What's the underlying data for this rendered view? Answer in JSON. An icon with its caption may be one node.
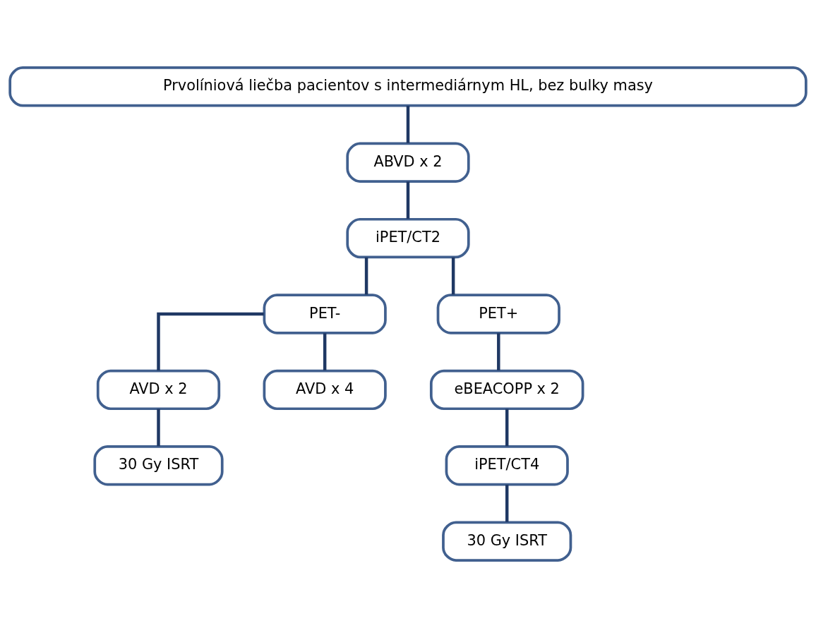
{
  "diagram": {
    "nodes": [
      {
        "text": [
          "Prvolíniová liečba pacientov s intermediárnym HL, bez bulky masy"
        ]
      },
      {
        "text": [
          "ABVD x 2"
        ]
      },
      {
        "text": [
          "iPET/CT2"
        ]
      },
      {
        "text": [
          "PET-"
        ]
      },
      {
        "text": [
          "PET+"
        ]
      },
      {
        "text": [
          "AVD x 2"
        ]
      },
      {
        "text": [
          "AVD x 4"
        ]
      },
      {
        "text": [
          "eBEACOPP x 2"
        ]
      },
      {
        "text": [
          "30 Gy ISRT"
        ]
      },
      {
        "text": [
          "iPET/CT4"
        ]
      },
      {
        "text": [
          "30 Gy ISRT"
        ]
      }
    ],
    "edges": [
      {
        "from": 0,
        "to": 1,
        "arrow": "none"
      },
      {
        "from": 1,
        "to": 2,
        "arrow": "none"
      },
      {
        "from": 2,
        "to": 3,
        "arrow": "none"
      },
      {
        "from": 2,
        "to": 4,
        "arrow": "none"
      },
      {
        "from": 3,
        "to": 5,
        "arrow": "none"
      },
      {
        "from": 3,
        "to": 6,
        "arrow": "none"
      },
      {
        "from": 4,
        "to": 7,
        "arrow": "none"
      },
      {
        "from": 5,
        "to": 8,
        "arrow": "none"
      },
      {
        "from": 7,
        "to": 9,
        "arrow": "none"
      },
      {
        "from": 9,
        "to": 10,
        "arrow": "none"
      }
    ]
  }
}
